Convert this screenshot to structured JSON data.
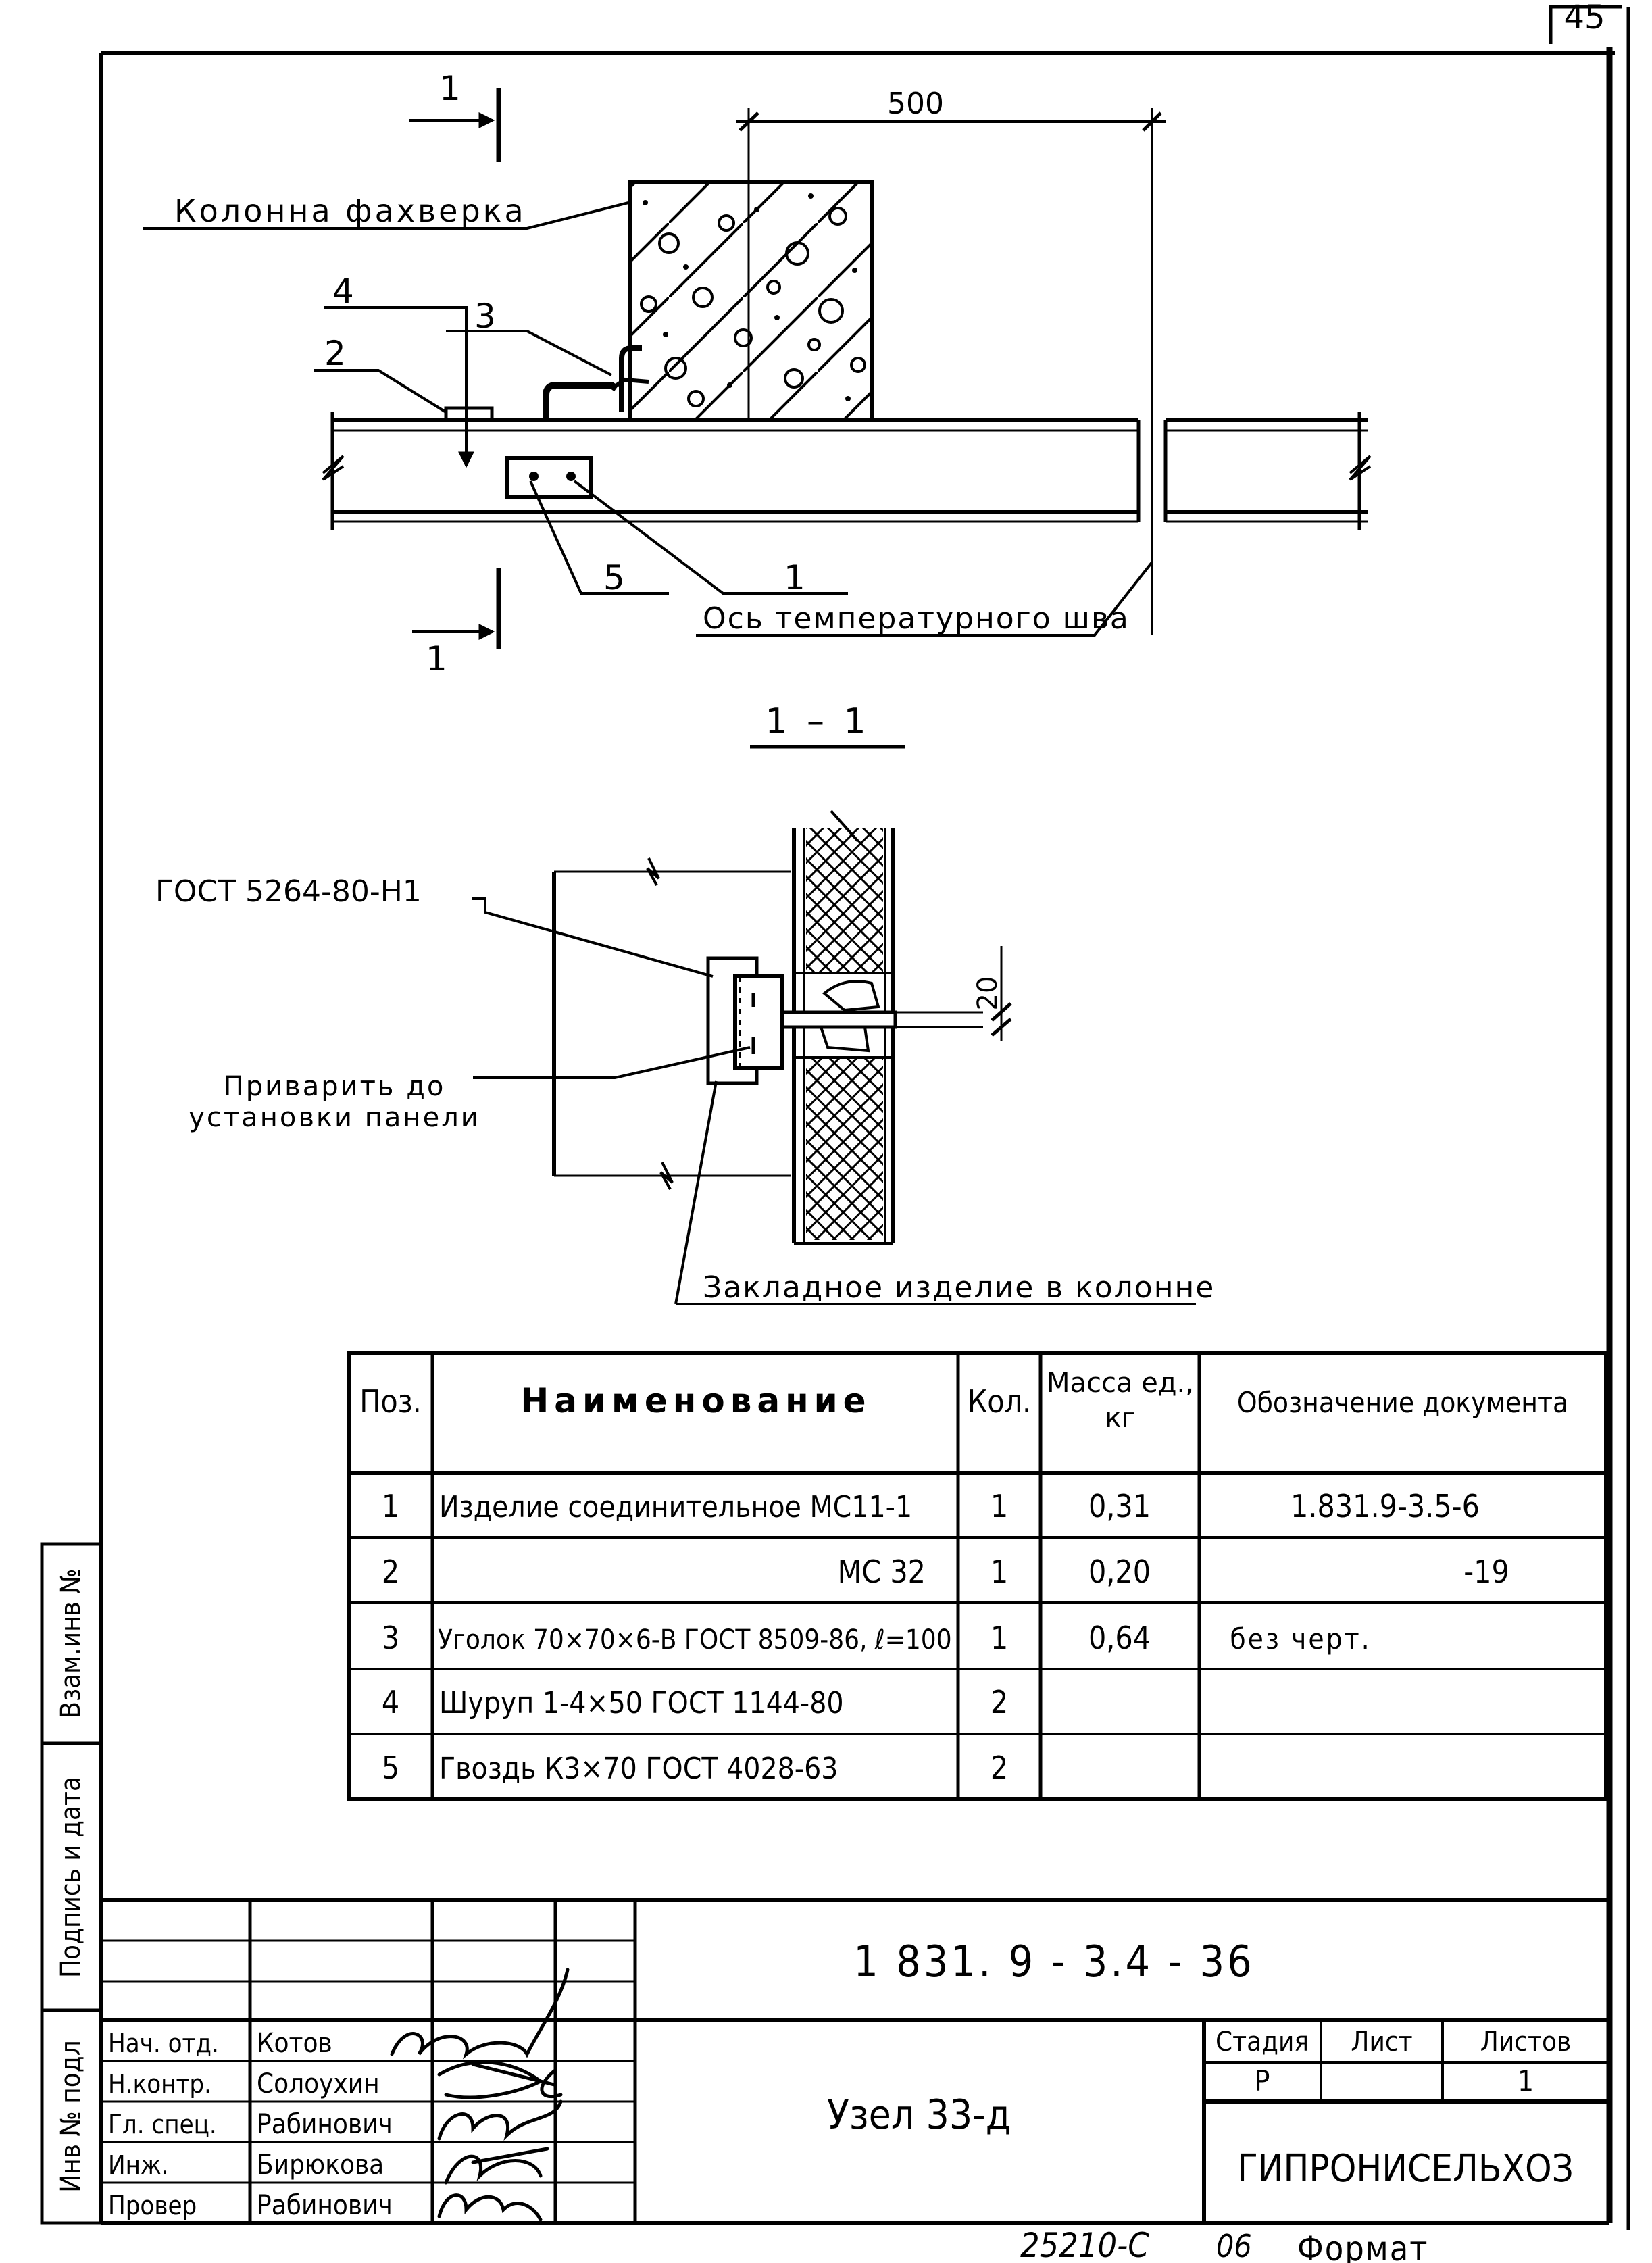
{
  "sheet_number": "45",
  "plan": {
    "dimension": "500",
    "section_mark": "1",
    "label_column": "Колонна фахверка",
    "label_joint_axis": "Ось температурного шва",
    "callouts": [
      "4",
      "3",
      "2",
      "5",
      "1"
    ]
  },
  "section": {
    "title": "1 – 1",
    "label_gost": "ГОСТ 5264-80-Н1",
    "label_weld": "Приварить до установки панели",
    "label_embedded": "Закладное изделие в колонне",
    "dimension": "20"
  },
  "spec_table": {
    "headers": {
      "pos": "Поз.",
      "name": "Наименование",
      "qty": "Кол.",
      "mass": "Масса ед., кг",
      "doc": "Обозначение документа"
    },
    "rows": [
      {
        "pos": "1",
        "name": "Изделие соединительное МС11-1",
        "qty": "1",
        "mass": "0,31",
        "doc": "1.831.9-3.5-6"
      },
      {
        "pos": "2",
        "name": "МС 32",
        "qty": "1",
        "mass": "0,20",
        "doc": "-19"
      },
      {
        "pos": "3",
        "name": "Уголок 70×70×6-В ГОСТ 8509-86, ℓ=100",
        "qty": "1",
        "mass": "0,64",
        "doc": "без черт."
      },
      {
        "pos": "4",
        "name": "Шуруп 1-4×50 ГОСТ 1144-80",
        "qty": "2",
        "mass": "",
        "doc": ""
      },
      {
        "pos": "5",
        "name": "Гвоздь К3×70 ГОСТ 4028-63",
        "qty": "2",
        "mass": "",
        "doc": ""
      }
    ]
  },
  "side_stamp": {
    "cells": [
      "Взам.инв №",
      "Подпись и дата",
      "Инв № подл"
    ]
  },
  "title_block": {
    "code": "1 831. 9 - 3.4 - 36",
    "title": "Узел 33-д",
    "organization": "ГИПРОНИСЕЛЬХОЗ",
    "stage_header": "Стадия",
    "sheet_header": "Лист",
    "sheets_header": "Листов",
    "stage": "Р",
    "sheet": "",
    "sheets": "1",
    "roles": [
      {
        "role": "Нач. отд.",
        "name": "Котов"
      },
      {
        "role": "Н.контр.",
        "name": "Солоухин"
      },
      {
        "role": "Гл. спец.",
        "name": "Рабинович"
      },
      {
        "role": "Инж.",
        "name": "Бирюкова"
      },
      {
        "role": "Провер",
        "name": "Рабинович"
      }
    ]
  },
  "footer": {
    "archive_number": "25210-С",
    "fragment": "06",
    "format": "Формат"
  }
}
